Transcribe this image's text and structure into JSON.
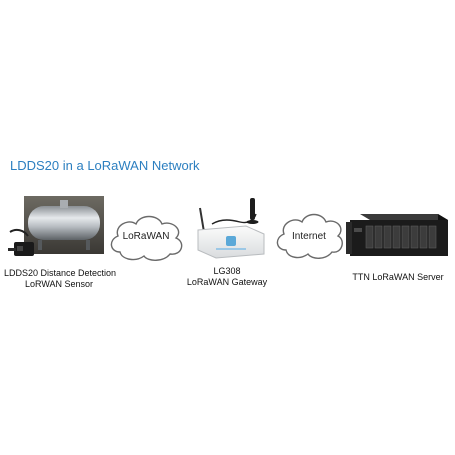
{
  "title": "LDDS20 in a LoRaWAN Network",
  "sensor": {
    "label_line1": "LDDS20 Distance Detection",
    "label_line2": "LoRWAN Sensor"
  },
  "cloud1": {
    "label": "LoRaWAN"
  },
  "gateway": {
    "label_line1": "LG308",
    "label_line2": "LoRaWAN Gateway"
  },
  "cloud2": {
    "label": "Internet"
  },
  "server": {
    "label": "TTN LoRaWAN Server"
  },
  "colors": {
    "title": "#2c7fc0",
    "cloud_stroke": "#6a6a6a",
    "server_body": "#1b1b1b"
  }
}
